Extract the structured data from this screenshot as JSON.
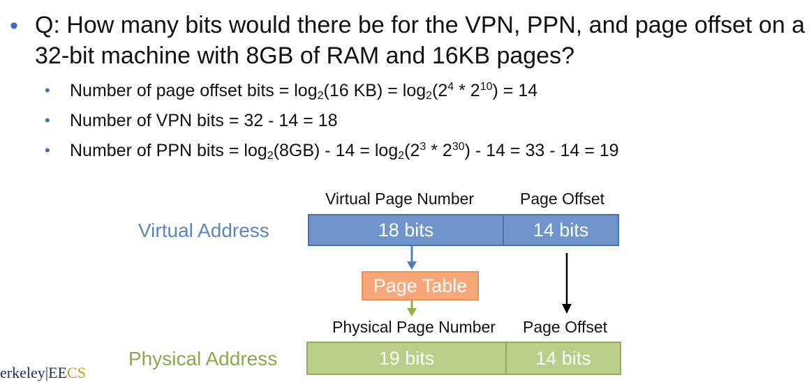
{
  "question": {
    "bullet": "•",
    "text": "Q: How many bits would there be for the VPN, PPN, and page offset on a 32-bit machine with 8GB of RAM and 16KB pages?"
  },
  "answers": {
    "bullet": "•",
    "offset": {
      "a": "Number of page offset bits = log",
      "b": "2",
      "c": "(16 KB) = log",
      "d": "2",
      "e": "(2",
      "f": "4",
      "g": " * 2",
      "h": "10",
      "i": ") = 14"
    },
    "vpn": {
      "text": "Number of VPN bits = 32 - 14 = 18"
    },
    "ppn": {
      "a": "Number of PPN bits = log",
      "b": "2",
      "c": "(8GB) - 14 = log",
      "d": "2",
      "e": "(2",
      "f": "3",
      "g": " * 2",
      "h": "30",
      "i": ")  - 14 = 33 - 14 = 19"
    }
  },
  "diagram": {
    "virtual": {
      "label": "Virtual Address",
      "vpn_header": "Virtual Page Number",
      "offset_header": "Page Offset",
      "vpn_bits": "18 bits",
      "offset_bits": "14 bits"
    },
    "page_table": "Page Table",
    "physical": {
      "label": "Physical Address",
      "ppn_header": "Physical Page Number",
      "offset_header": "Page Offset",
      "ppn_bits": "19 bits",
      "offset_bits": "14 bits"
    },
    "colors": {
      "virtual_label": "#5a86c2",
      "physical_label": "#8aa84e",
      "virtual_box": "#6e96cc",
      "physical_box": "#b9ce87",
      "page_table": "#f8a878",
      "arrow_blue": "#4a7fc6",
      "arrow_green": "#8db24a"
    }
  },
  "footer": {
    "left": "erkeley",
    "sep": "|",
    "ee": "EE",
    "cs": "CS"
  }
}
